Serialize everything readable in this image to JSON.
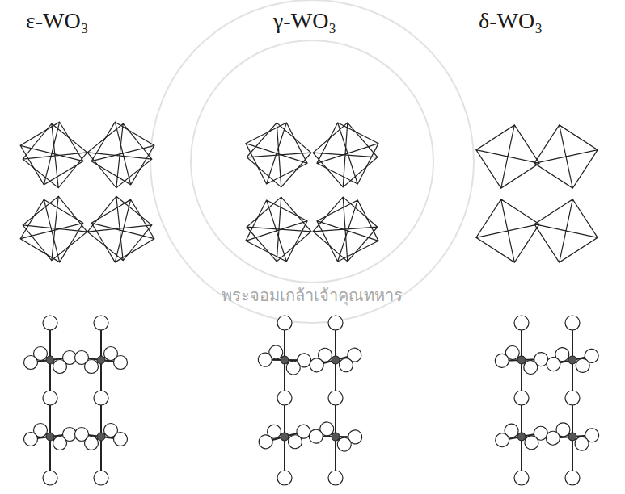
{
  "diagram": {
    "labels": [
      "ε-WO₃",
      "γ-WO₃",
      "δ-WO₃",
      "พระจอมเกล้าเจ้าคุณทหาร"
    ]
  }
}
